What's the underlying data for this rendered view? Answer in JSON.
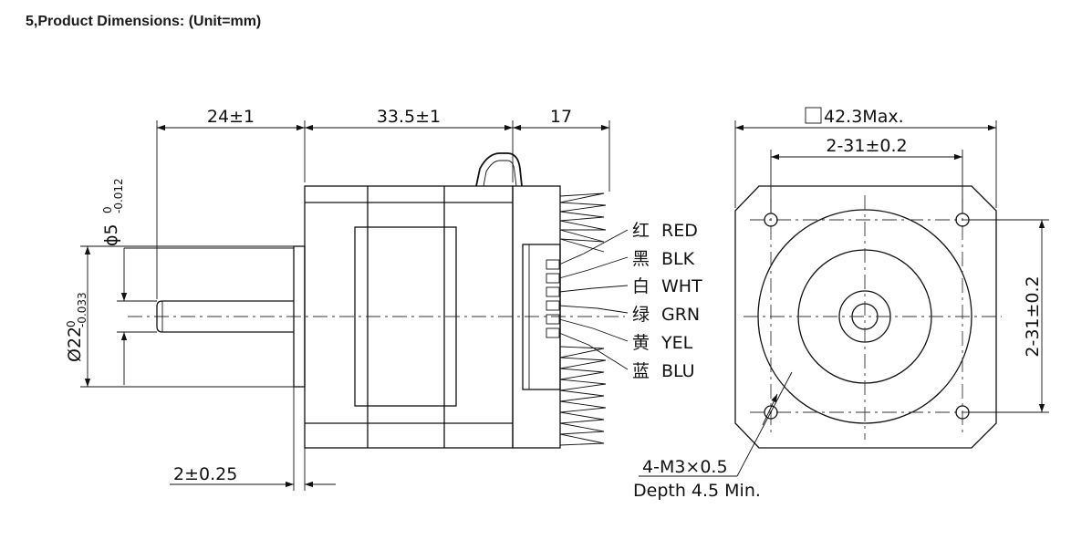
{
  "heading": "5,Product Dimensions: (Unit=mm)",
  "dimensions": {
    "shaft_length": "24±1",
    "body_length": "33.5±1",
    "driver_length": "17",
    "flange_max": "42.3Max.",
    "hole_spacing_h": "2-31±0.2",
    "hole_spacing_v": "2-31±0.2",
    "pilot_thickness": "2±0.25",
    "shaft_dia_base": "ϕ5",
    "shaft_dia_upper": "0",
    "shaft_dia_lower": "-0.012",
    "pilot_dia_base": "Ø22",
    "pilot_dia_upper": "0",
    "pilot_dia_lower": "-0.033",
    "thread": "4-M3×0.5",
    "depth": "Depth 4.5 Min."
  },
  "wires": [
    {
      "cn": "红",
      "en": "RED"
    },
    {
      "cn": "黑",
      "en": "BLK"
    },
    {
      "cn": "白",
      "en": "WHT"
    },
    {
      "cn": "绿",
      "en": "GRN"
    },
    {
      "cn": "黄",
      "en": "YEL"
    },
    {
      "cn": "蓝",
      "en": "BLU"
    }
  ]
}
